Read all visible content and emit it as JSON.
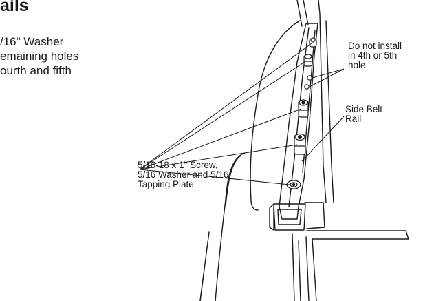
{
  "heading": "ails",
  "intro_lines": [
    "/16\" Washer",
    "emaining holes",
    "ourth and fifth"
  ],
  "callouts": {
    "screw": [
      "5/16-18 x 1\" Screw,",
      "5/16 Washer and 5/16",
      "Tapping Plate"
    ],
    "side_rail": [
      "Side Belt",
      "Rail"
    ],
    "holes": [
      "Do not install",
      "in 4th or 5th",
      "hole"
    ]
  }
}
